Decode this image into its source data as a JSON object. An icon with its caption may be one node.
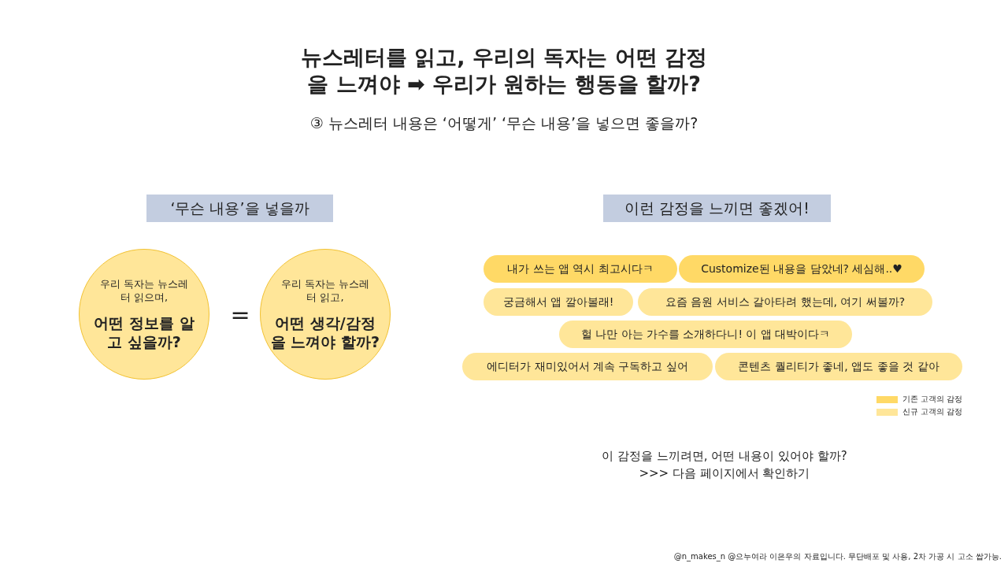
{
  "diagram": {
    "title": "뉴스레터를 읽고, 우리의 독자는 어떤 감정을 느껴야 ➡ 우리가 원하는 행동을 할까?",
    "nodes": [
      {
        "text": [
          "‘무슨 내용’을 넣을까"
        ]
      },
      {
        "text": [
          "이런 감정을 느끼면 좋겠어!"
        ]
      },
      {
        "text": [
          "우리 독자는 뉴스레터 읽으며,",
          "어떤 정보를 알고 싶을까?"
        ]
      },
      {
        "text": [
          "우리 독자는 뉴스레터 읽고,",
          "어떤 생각/감정을 느껴야 할까?"
        ]
      },
      {
        "text": [
          "내가 쓰는 앱 역시 최고시다ㅋ"
        ]
      },
      {
        "text": [
          "Customize된 내용을 담았네? 세심해..♥"
        ]
      },
      {
        "text": [
          "궁금해서 앱 깔아볼래!"
        ]
      },
      {
        "text": [
          "요즘 음원 서비스 갈아타려 했는데, 여기 써볼까?"
        ]
      },
      {
        "text": [
          "헐 나만 아는 가수를 소개하다니! 이 앱 대박이다ㅋ"
        ]
      },
      {
        "text": [
          "에디터가 재미있어서 계속 구독하고 싶어"
        ]
      },
      {
        "text": [
          "콘텐츠 퀄리티가 좋네, 앱도 좋을 것 같아"
        ]
      }
    ],
    "labels": [
      "③ 뉴스레터 내용은 ‘어떻게’ ‘무슨 내용’을 넣으면 좋을까?",
      "=",
      "이 감정을 느끼려면, 어떤 내용이 있어야 할까?",
      ">>> 다음 페이지에서 확인하기",
      "@n_makes_n @으누여라 이은우의 자료입니다. 무단배포 및 사용, 2차 가공 시 고소 쌉가능."
    ],
    "legend": [
      {
        "text": "기존 고객의 감정",
        "color": "#ffd966"
      },
      {
        "text": "신규 고객의 감정",
        "color": "#ffe699"
      }
    ]
  }
}
